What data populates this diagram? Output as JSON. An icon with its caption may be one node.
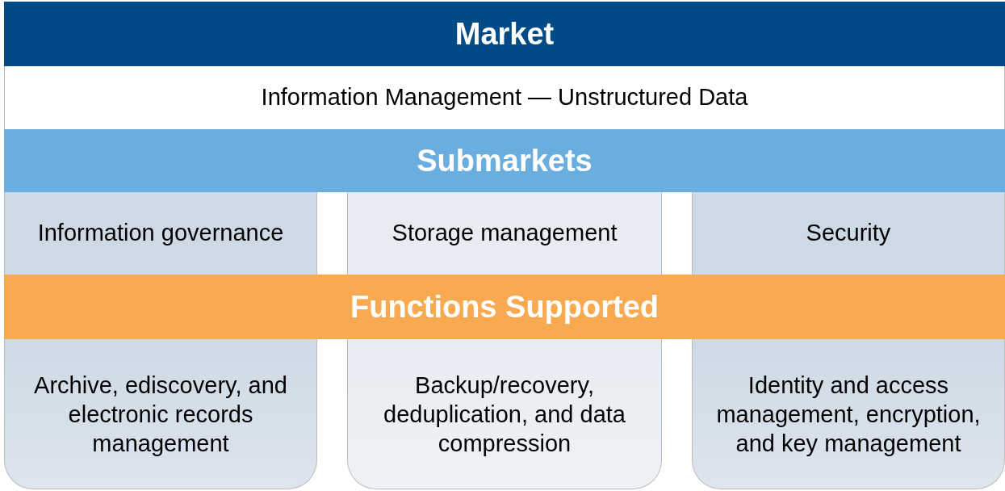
{
  "diagram": {
    "nodes": [
      {
        "text": [
          "Market"
        ]
      },
      {
        "text": [
          "Information Management — Unstructured Data"
        ]
      },
      {
        "text": [
          "Submarkets"
        ]
      },
      {
        "text": [
          "Information governance"
        ]
      },
      {
        "text": [
          "Storage management"
        ]
      },
      {
        "text": [
          "Security"
        ]
      },
      {
        "text": [
          "Functions Supported"
        ]
      },
      {
        "text": [
          "Archive, ediscovery, and electronic records management"
        ]
      },
      {
        "text": [
          "Backup/recovery, deduplication, and data compression"
        ]
      },
      {
        "text": [
          "Identity and access management, encryption, and key management"
        ]
      }
    ]
  }
}
